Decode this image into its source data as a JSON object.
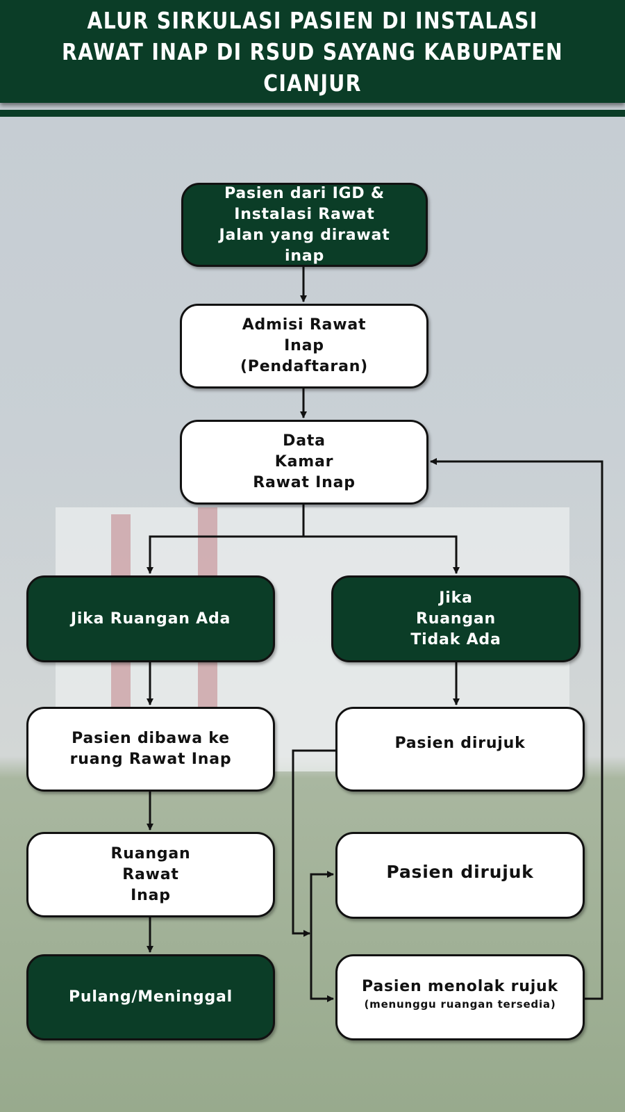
{
  "title": "ALUR SIRKULASI PASIEN DI INSTALASI RAWAT INAP DI RSUD SAYANG KABUPATEN CIANJUR",
  "nodes": {
    "start": "Pasien dari IGD & Instalasi Rawat Jalan yang dirawat inap",
    "admisi": "Admisi Rawat Inap (Pendaftaran)",
    "data_kamar": "Data Kamar Rawat Inap",
    "ruangan_ada": "Jika Ruangan Ada",
    "ruangan_tidak_ada": "Jika Ruangan Tidak Ada",
    "dibawa": "Pasien dibawa ke ruang Rawat Inap",
    "dirujuk_1": "Pasien dirujuk",
    "ruangan": "Ruangan Rawat Inap",
    "dirujuk_2": "Pasien dirujuk",
    "pulang": "Pulang/Meninggal",
    "menolak": "Pasien menolak rujuk",
    "menolak_note": "(menunggu ruangan tersedia)"
  },
  "colors": {
    "dark_green": "#0b3d27",
    "white": "#ffffff",
    "line": "#111111"
  }
}
